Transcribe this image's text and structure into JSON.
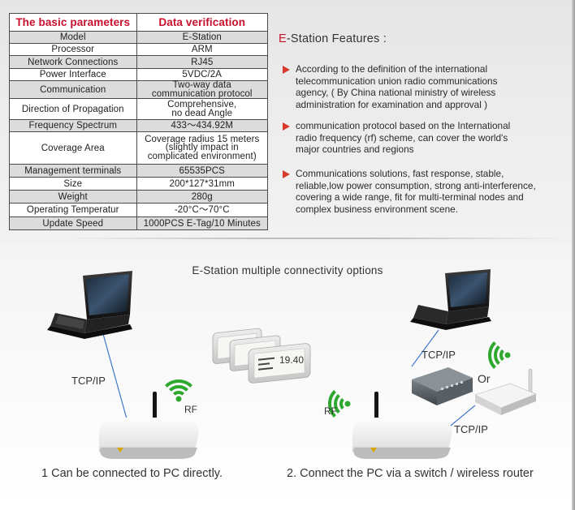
{
  "table": {
    "header": {
      "col1": "The basic parameters",
      "col2": "Data verification"
    },
    "rows": [
      {
        "label": "Model",
        "value": "E-Station"
      },
      {
        "label": "Processor",
        "value": "ARM"
      },
      {
        "label": "Network Connections",
        "value": "RJ45"
      },
      {
        "label": "Power Interface",
        "value": "5VDC/2A"
      },
      {
        "label": "Communication",
        "value_lines": [
          "Two-way data",
          "communication protocol"
        ]
      },
      {
        "label": "Direction of Propagation",
        "value_lines": [
          "Comprehensive,",
          "no dead Angle"
        ]
      },
      {
        "label": "Frequency Spectrum",
        "value": "433～434.92M"
      },
      {
        "label": "Coverage Area",
        "value_lines": [
          "Coverage radius 15 meters",
          "(slightly impact in",
          "complicated environment)"
        ]
      },
      {
        "label": "Management terminals",
        "value": "65535PCS"
      },
      {
        "label": "Size",
        "value": "200*127*31mm"
      },
      {
        "label": "Weight",
        "value": "280g"
      },
      {
        "label": "Operating Temperatur",
        "value": "-20°C～70°C"
      },
      {
        "label": "Update Speed",
        "value": "1000PCS E-Tag/10 Minutes"
      }
    ]
  },
  "features": {
    "title_prefix": "E",
    "title_rest": "-Station Features :",
    "items": [
      "According to the definition of the international\ntelecommunication union radio communications\nagency,  ( By China national ministry of wireless\nadministration for examination and approval )",
      "communication protocol based on the International\nradio frequency (rf) scheme, can cover the world's\nmajor countries and regions",
      "Communications solutions, fast response, stable,\nreliable,low power consumption, strong anti-interference,\n covering a wide range, fit for multi-terminal nodes and\ncomplex business environment scene."
    ]
  },
  "diagram": {
    "title": "E-Station multiple connectivity options",
    "left_tcpip": "TCP/IP",
    "left_rf": "RF",
    "center_rf": "RF",
    "tag_reading": "19.40",
    "right_tcpip_top": "TCP/IP",
    "right_or": "Or",
    "right_tcpip_bottom": "TCP/IP",
    "caption_left": "1 Can be connected to PC directly.",
    "caption_right": "2. Connect the PC via a switch / wireless router"
  },
  "colors": {
    "header_red": "#c8102e",
    "bullet_red": "#d8392b",
    "wifi_green": "#2fa82f",
    "link_blue": "#3f78c8"
  }
}
